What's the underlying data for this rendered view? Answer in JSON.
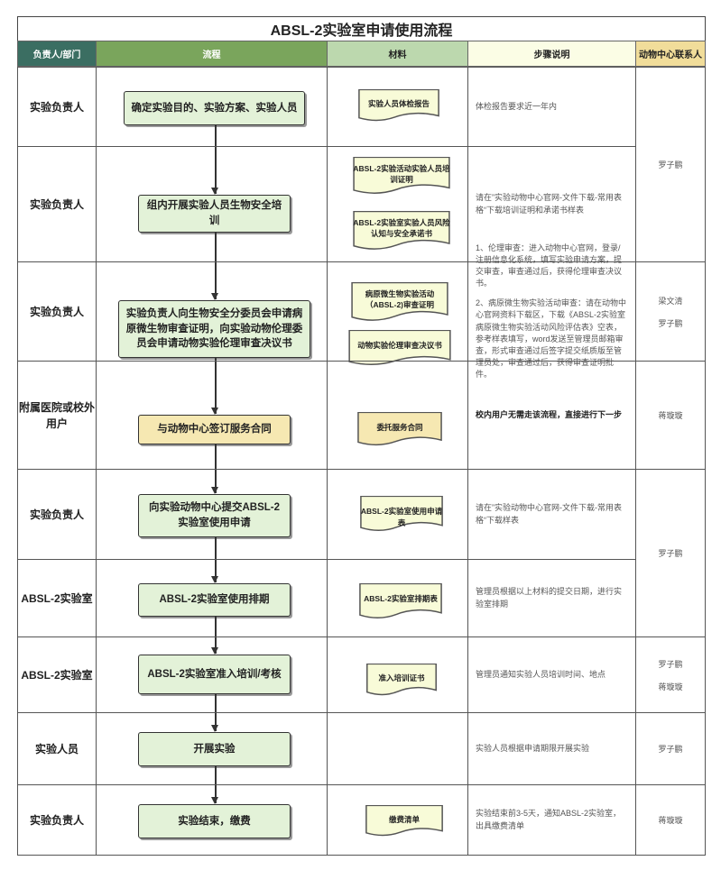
{
  "title": "ABSL-2实验室申请使用流程",
  "headers": {
    "dept": "负责人/部门",
    "flow": "流程",
    "materials": "材料",
    "steps": "步骤说明",
    "contact": "动物中心联系人"
  },
  "colors": {
    "dept_header": "#3b6e62",
    "flow_header": "#7aa55c",
    "materials_header": "#bcd8ae",
    "steps_header": "#fbfde5",
    "contact_header": "#f1dd9a",
    "box_green": "#e3f2d8",
    "box_yellow": "#f6e8b2",
    "doc_green": "#f8fbd8"
  },
  "rows": [
    {
      "dept": "实验负责人",
      "flow": "确定实验目的、实验方案、实验人员",
      "materials": [
        "实验人员体检报告"
      ],
      "step": "体检报告要求近一年内"
    },
    {
      "dept": "实验负责人",
      "flow": "组内开展实验人员生物安全培训",
      "materials": [
        "ABSL-2实验活动实验人员培训证明",
        "ABSL-2实验室实验人员风险认知与安全承诺书"
      ],
      "step": "请在”实验动物中心官网-文件下载-常用表格“下载培训证明和承诺书样表"
    },
    {
      "dept": "实验负责人",
      "flow": "实验负责人向生物安全分委员会申请病原微生物审查证明，向实验动物伦理委员会申请动物实验伦理审查决议书",
      "materials": [
        "病原微生物实验活动（ABSL-2)审查证明",
        "动物实验伦理审查决议书"
      ],
      "step": "1、伦理审查：进入动物中心官网，登录/注册信息化系统，填写实验申请方案，提交审查，审查通过后，获得伦理审查决议书。",
      "step2": "2、病原微生物实验活动审查：请在动物中心官网资料下载区，下载《ABSL-2实验室病原微生物实验活动风险评估表》空表，参考样表填写，word发送至管理员邮箱审查，形式审查通过后签字提交纸质版至管理员处，审查通过后，获得审查证明批件。"
    },
    {
      "dept": "附属医院或校外用户",
      "flow": "与动物中心签订服务合同",
      "materials": [
        "委托服务合同"
      ],
      "step": "校内用户无需走该流程，直接进行下一步"
    },
    {
      "dept": "实验负责人",
      "flow": "向实验动物中心提交ABSL-2实验室使用申请",
      "materials": [
        "ABSL-2实验室使用申请表"
      ],
      "step": "请在”实验动物中心官网-文件下载-常用表格“下载样表"
    },
    {
      "dept": "ABSL-2实验室",
      "flow": "ABSL-2实验室使用排期",
      "materials": [
        "ABSL-2实验室排期表"
      ],
      "step": "管理员根据以上材料的提交日期，进行实验室排期"
    },
    {
      "dept": "ABSL-2实验室",
      "flow": "ABSL-2实验室准入培训/考核",
      "materials": [
        "准入培训证书"
      ],
      "step": "管理员通知实验人员培训时间、地点"
    },
    {
      "dept": "实验人员",
      "flow": "开展实验",
      "materials": [],
      "step": "实验人员根据申请期限开展实验"
    },
    {
      "dept": "实验负责人",
      "flow": "实验结束，缴费",
      "materials": [
        "缴费清单"
      ],
      "step": "实验结束前3-5天，通知ABSL-2实验室，出具缴费清单"
    }
  ],
  "contacts": [
    [
      "罗子鹏"
    ],
    [
      "梁文清",
      "罗子鹏"
    ],
    [
      "蒋璇璇"
    ],
    [
      "罗子鹏"
    ],
    [
      "罗子鹏",
      "蒋璇璇"
    ],
    [
      "罗子鹏"
    ],
    [
      "蒋璇璇"
    ]
  ]
}
